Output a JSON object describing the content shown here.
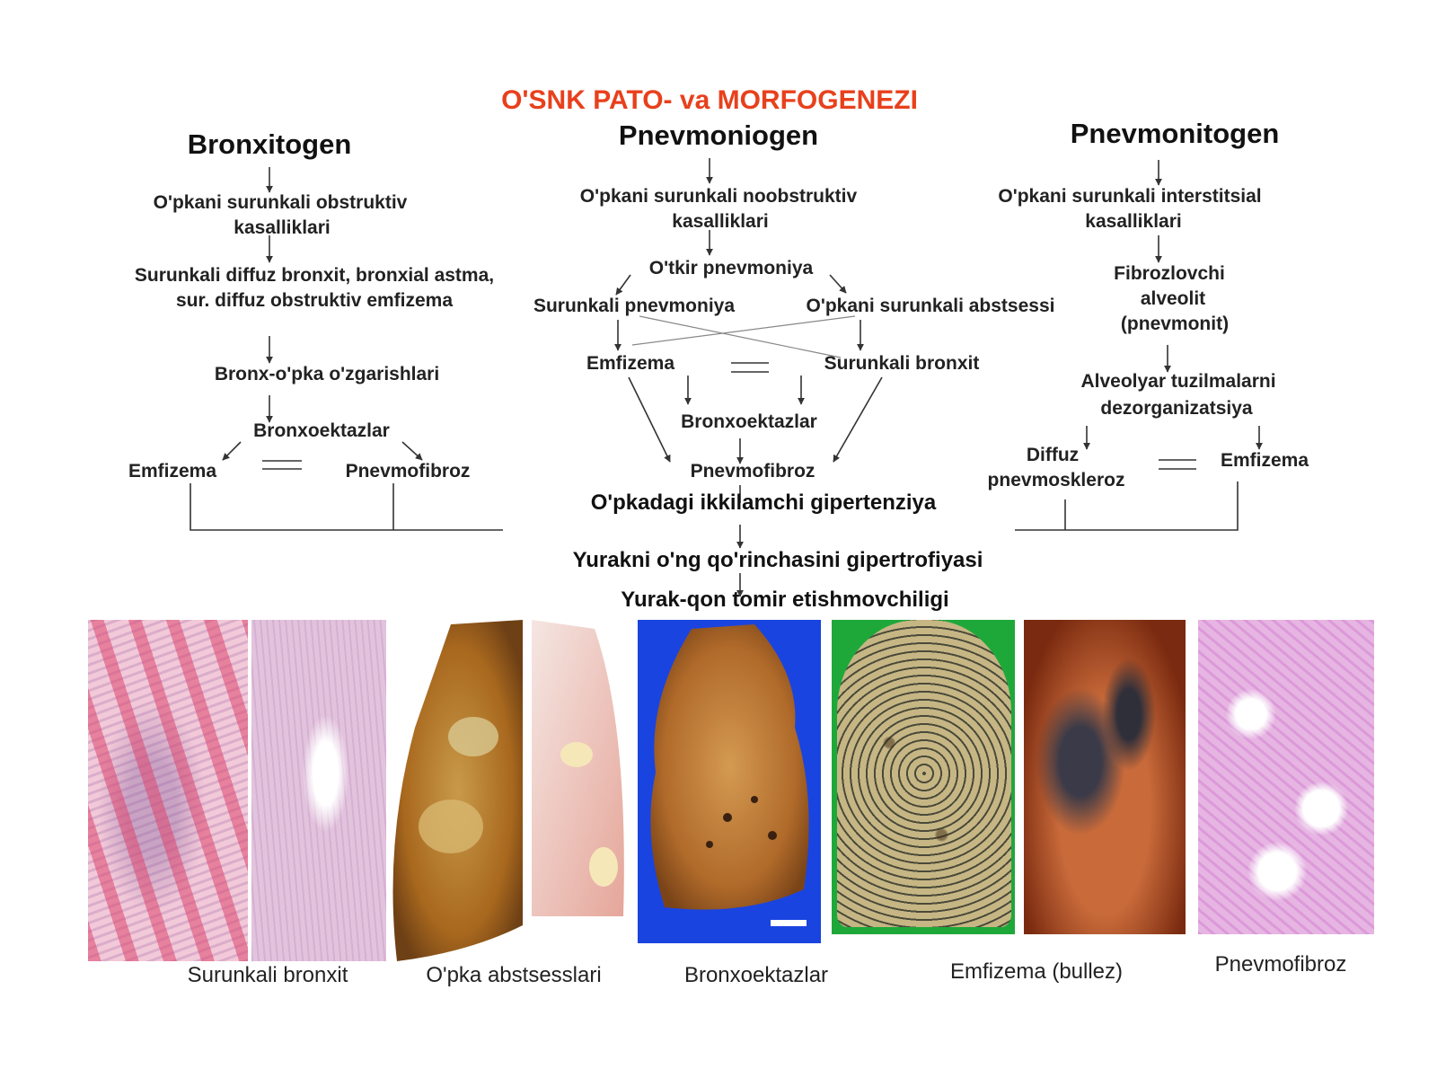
{
  "title": "O'SNK PATO- va MORFOGENEZI",
  "left": {
    "heading": "Bronxitogen",
    "node1_line1": "O'pkani surunkali obstruktiv",
    "node1_line2": "kasalliklari",
    "node2_line1": "Surunkali  diffuz bronxit, bronxial astma,",
    "node2_line2": "sur. diffuz obstruktiv emfizema",
    "node3": "Bronx-o'pka o'zgarishlari",
    "node4": "Bronxoektazlar",
    "node5a": "Emfizema",
    "node5b": "Pnevmofibroz"
  },
  "middle": {
    "heading": "Pnevmoniogen",
    "node1_line1": "O'pkani surunkali noobstruktiv",
    "node1_line2": "kasalliklari",
    "node2": "O'tkir pnevmoniya",
    "node3a": "Surunkali pnevmoniya",
    "node3b": "O'pkani surunkali abstsessi",
    "node4a": "Emfizema",
    "node4b": "Surunkali bronxit",
    "node5": "Bronxoektazlar",
    "node6": "Pnevmofibroz"
  },
  "right": {
    "heading": "Pnevmonitogen",
    "node1_line1": "O'pkani surunkali interstitsial",
    "node1_line2": "kasalliklari",
    "node2_line1": "Fibrozlovchi",
    "node2_line2": "alveolit",
    "node2_line3": "(pnevmonit)",
    "node3_line1": "Alveolyar tuzilmalarni",
    "node3_line2": "dezorganizatsiya",
    "node4a_line1": "Diffuz",
    "node4a_line2": "pnevmoskleroz",
    "node4b": "Emfizema"
  },
  "bottom": {
    "line1": "O'pkadagi ikkilamchi gipertenziya",
    "line2": "Yurakni o'ng qo'rinchasini gipertrofiyasi",
    "line3": "Yurak-qon tomir etishmovchiligi"
  },
  "captions": {
    "c1": "Surunkali bronxit",
    "c2": "O'pka abstsesslari",
    "c3": "Bronxoektazlar",
    "c4": "Emfizema (bullez)",
    "c5": "Pnevmofibroz"
  },
  "colors": {
    "title": "#e8401c",
    "text": "#111111",
    "line": "#333333"
  }
}
